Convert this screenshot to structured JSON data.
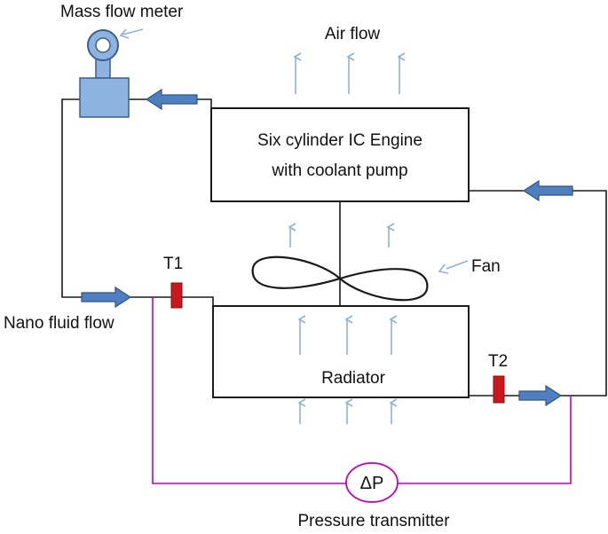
{
  "labels": {
    "mass_flow_meter": "Mass flow meter",
    "air_flow": "Air flow",
    "engine_line1": "Six cylinder IC Engine",
    "engine_line2": "with coolant pump",
    "fan": "Fan",
    "t1": "T1",
    "t2": "T2",
    "nano_fluid_flow": "Nano fluid flow",
    "radiator": "Radiator",
    "delta_p": "ΔP",
    "pressure_transmitter": "Pressure transmitter"
  },
  "colors": {
    "line": "#1a1a1a",
    "meter_fill": "#8fb3e0",
    "meter_stroke": "#3a5f8a",
    "flow_arrow": "#4f7fbf",
    "air_arrow": "#8fb0d8",
    "sensor": "#c8171e",
    "pressure_line": "#c000c0"
  },
  "icons": [
    "mass-flow-meter-icon",
    "flow-arrow-icon",
    "air-arrow-icon",
    "fan-icon",
    "temperature-sensor-icon",
    "pressure-gauge-icon"
  ]
}
